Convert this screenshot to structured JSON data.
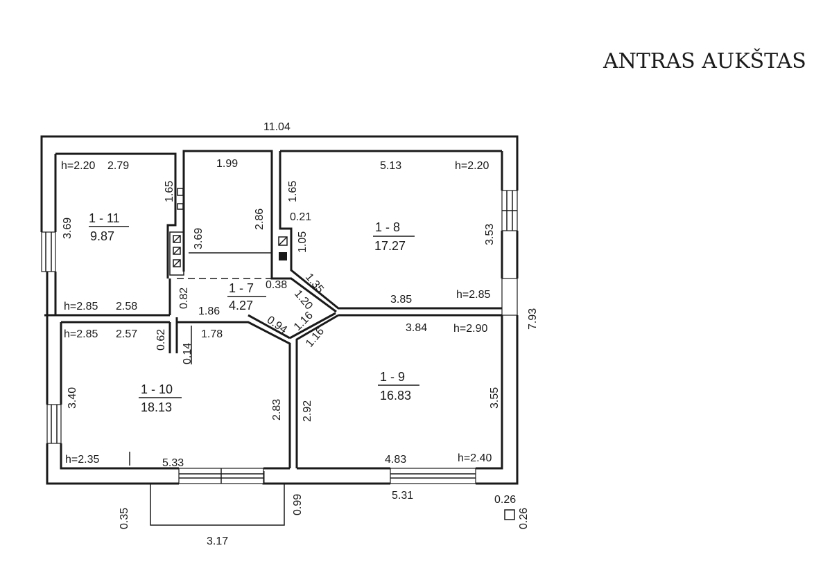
{
  "title": "ANTRAS AUKŠTAS",
  "overall": {
    "top_width": "11.04",
    "right_height": "7.93",
    "bottom_right_width": "5.31",
    "balcony_width": "3.17",
    "balcony_left_depth": "0.35",
    "balcony_right_depth": "0.99",
    "column_w": "0.26",
    "column_h": "0.26"
  },
  "rooms": [
    {
      "id": "1 - 11",
      "area": "9.87"
    },
    {
      "id": "1 - 8",
      "area": "17.27"
    },
    {
      "id": "1 - 7",
      "area": "4.27"
    },
    {
      "id": "1 - 10",
      "area": "18.13"
    },
    {
      "id": "1 - 9",
      "area": "16.83"
    }
  ],
  "heights": {
    "r11_top": "h=2.20",
    "r11_bottom": "h=2.85",
    "r8_top": "h=2.20",
    "r8_bottom": "h=2.85",
    "r10_top": "h=2.85",
    "r10_bottom": "h=2.35",
    "r9_top": "h=2.90",
    "r9_bottom": "h=2.40"
  },
  "dims": {
    "r11_top": "2.79",
    "r11_left": "3.69",
    "r11_right": "1.65",
    "r11_bottom": "2.58",
    "stair_top": "1.99",
    "stair_left": "3.69",
    "stair_right": "2.86",
    "r8_top": "5.13",
    "r8_left": "1.65",
    "r8_niche": "0.21",
    "r8_left_low": "1.05",
    "r8_right": "3.53",
    "r8_bottom": "3.85",
    "r8_diag": "1.35",
    "hall_a": "0.82",
    "hall_b": "0.38",
    "hall_c": "1.20",
    "hall_d": "1.86",
    "hall_e": "0.94",
    "hall_f": "1.16",
    "hall_g": "1.16",
    "r10_top": "2.57",
    "r10_niche": "0.62",
    "r10_pier": "0.14",
    "r10_top2": "1.78",
    "r10_left": "3.40",
    "r10_right": "2.83",
    "r10_bottom": "5.33",
    "r9_top": "3.84",
    "r9_left": "2.92",
    "r9_right": "3.55",
    "r9_bottom": "4.83"
  }
}
